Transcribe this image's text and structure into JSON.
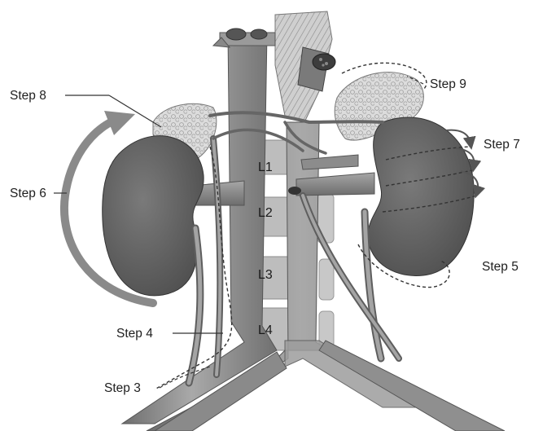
{
  "steps": {
    "step8": "Step 8",
    "step9": "Step 9",
    "step7": "Step 7",
    "step6": "Step 6",
    "step5": "Step 5",
    "step4": "Step 4",
    "step3": "Step 3"
  },
  "vertebrae": {
    "l1": "L1",
    "l2": "L2",
    "l3": "L3",
    "l4": "L4"
  },
  "colors": {
    "kidney": "#6b6b6b",
    "vessel": "#8f8f8f",
    "adrenal": "#d8d8d8",
    "vertebra": "#bdbdbd",
    "arrow": "#888888",
    "text": "#1e1e1e"
  }
}
